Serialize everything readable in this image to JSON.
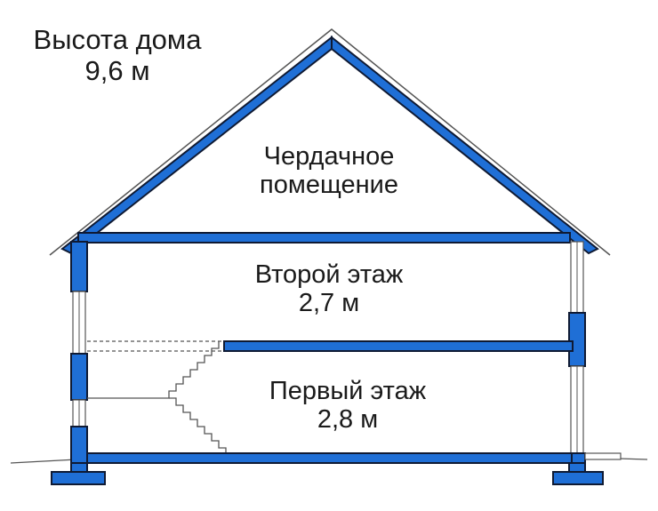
{
  "house_height": {
    "label": "Высота дома",
    "value": "9,6 м"
  },
  "attic": {
    "line1": "Чердачное",
    "line2": "помещение"
  },
  "second_floor": {
    "label": "Второй этаж",
    "height": "2,7 м"
  },
  "first_floor": {
    "label": "Первый этаж",
    "height": "2,8 м"
  },
  "colors": {
    "structure": "#1f6fd6",
    "outline": "#0f1a33",
    "stroke": "#7a7a7a"
  }
}
